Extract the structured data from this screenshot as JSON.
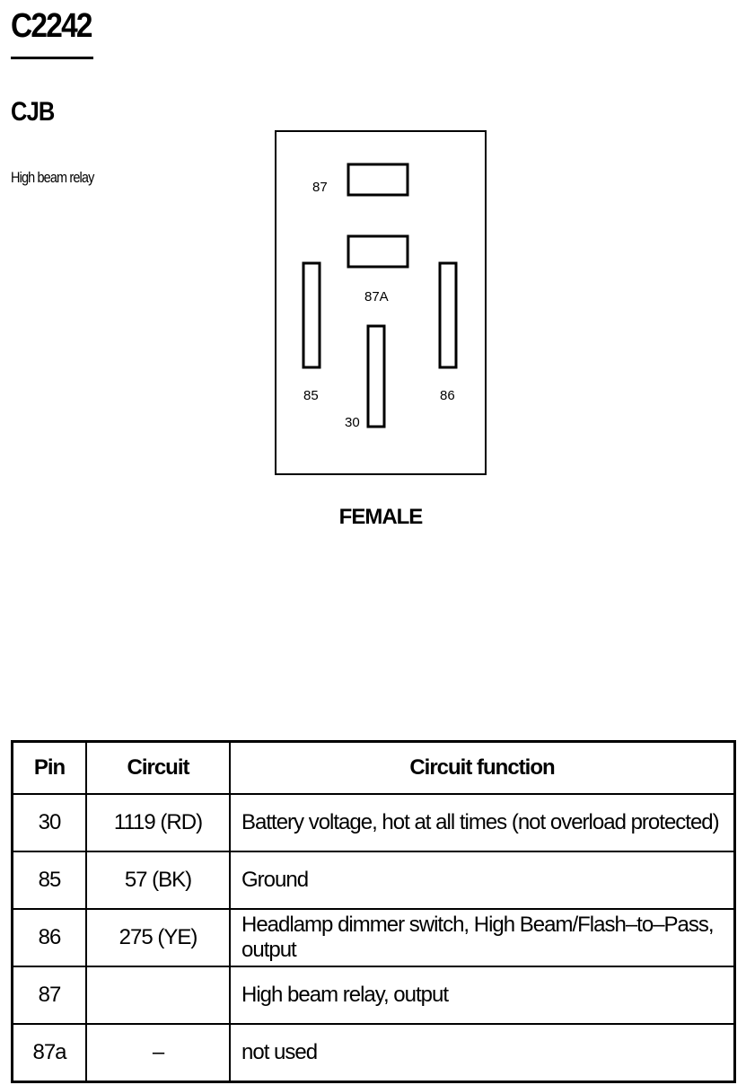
{
  "connector_id": "C2242",
  "location": "CJB",
  "description": "High beam relay",
  "gender": "FEMALE",
  "pin_labels": {
    "p87": "87",
    "p87A": "87A",
    "p85": "85",
    "p86": "86",
    "p30": "30"
  },
  "table": {
    "headers": [
      "Pin",
      "Circuit",
      "Circuit function"
    ],
    "rows": [
      {
        "pin": "30",
        "circuit": "1119 (RD)",
        "function": "Battery voltage, hot at all times (not overload protected)"
      },
      {
        "pin": "85",
        "circuit": "57 (BK)",
        "function": "Ground"
      },
      {
        "pin": "86",
        "circuit": "275 (YE)",
        "function": "Headlamp dimmer switch, High Beam/Flash–to–Pass, output"
      },
      {
        "pin": "87",
        "circuit": "",
        "function": "High beam relay, output"
      },
      {
        "pin": "87a",
        "circuit": "–",
        "function": "not used"
      }
    ]
  }
}
